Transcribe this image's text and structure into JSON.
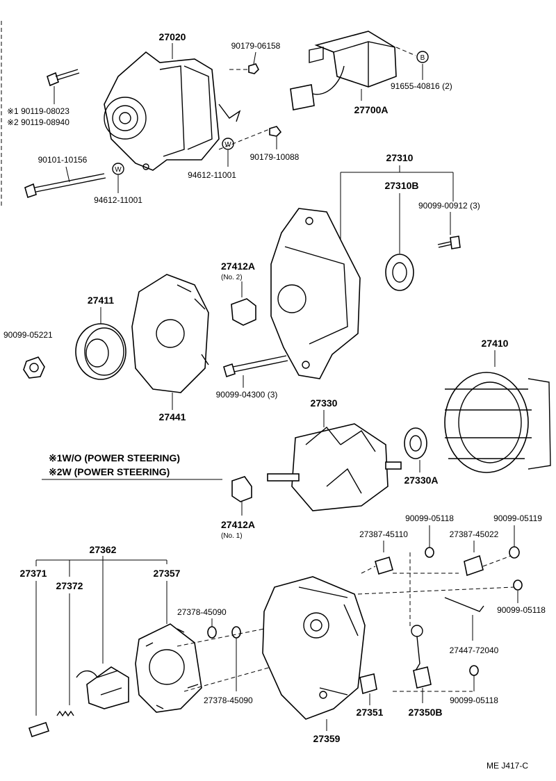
{
  "parts": {
    "p27020": "27020",
    "p90179_06158": "90179-06158",
    "p91655": "91655-40816 (2)",
    "p27700A": "27700A",
    "p90119_08023": "※1 90119-08023",
    "p90119_08940": "※2 90119-08940",
    "p90101": "90101-10156",
    "p94612_a": "94612-11001",
    "p94612_b": "94612-11001",
    "p90179_10088": "90179-10088",
    "p27310": "27310",
    "p27310B": "27310B",
    "p90099_00912": "90099-00912 (3)",
    "p27412A_top": "27412A",
    "p27412A_top_no": "(No. 2)",
    "p27411": "27411",
    "p90099_05221": "90099-05221",
    "p27441": "27441",
    "p90099_04300": "90099-04300 (3)",
    "p27410": "27410",
    "p27330": "27330",
    "p27330A": "27330A",
    "p27412A_bot": "27412A",
    "p27412A_bot_no": "(No. 1)",
    "p27362": "27362",
    "p27371": "27371",
    "p27372": "27372",
    "p27357": "27357",
    "p27378_a": "27378-45090",
    "p27378_b": "27378-45090",
    "p90099_05118_a": "90099-05118",
    "p90099_05119": "90099-05119",
    "p27387_45110": "27387-45110",
    "p27387_45022": "27387-45022",
    "p90099_05118_b": "90099-05118",
    "p27447": "27447-72040",
    "p90099_05118_c": "90099-05118",
    "p27351": "27351",
    "p27350B": "27350B",
    "p27359": "27359"
  },
  "notes": {
    "note1": "※1W/O (POWER STEERING)",
    "note2": "※2W (POWER STEERING)"
  },
  "markers": {
    "b": "B",
    "w1": "W",
    "w2": "W"
  },
  "footer": {
    "code": "ME  J417-C"
  }
}
